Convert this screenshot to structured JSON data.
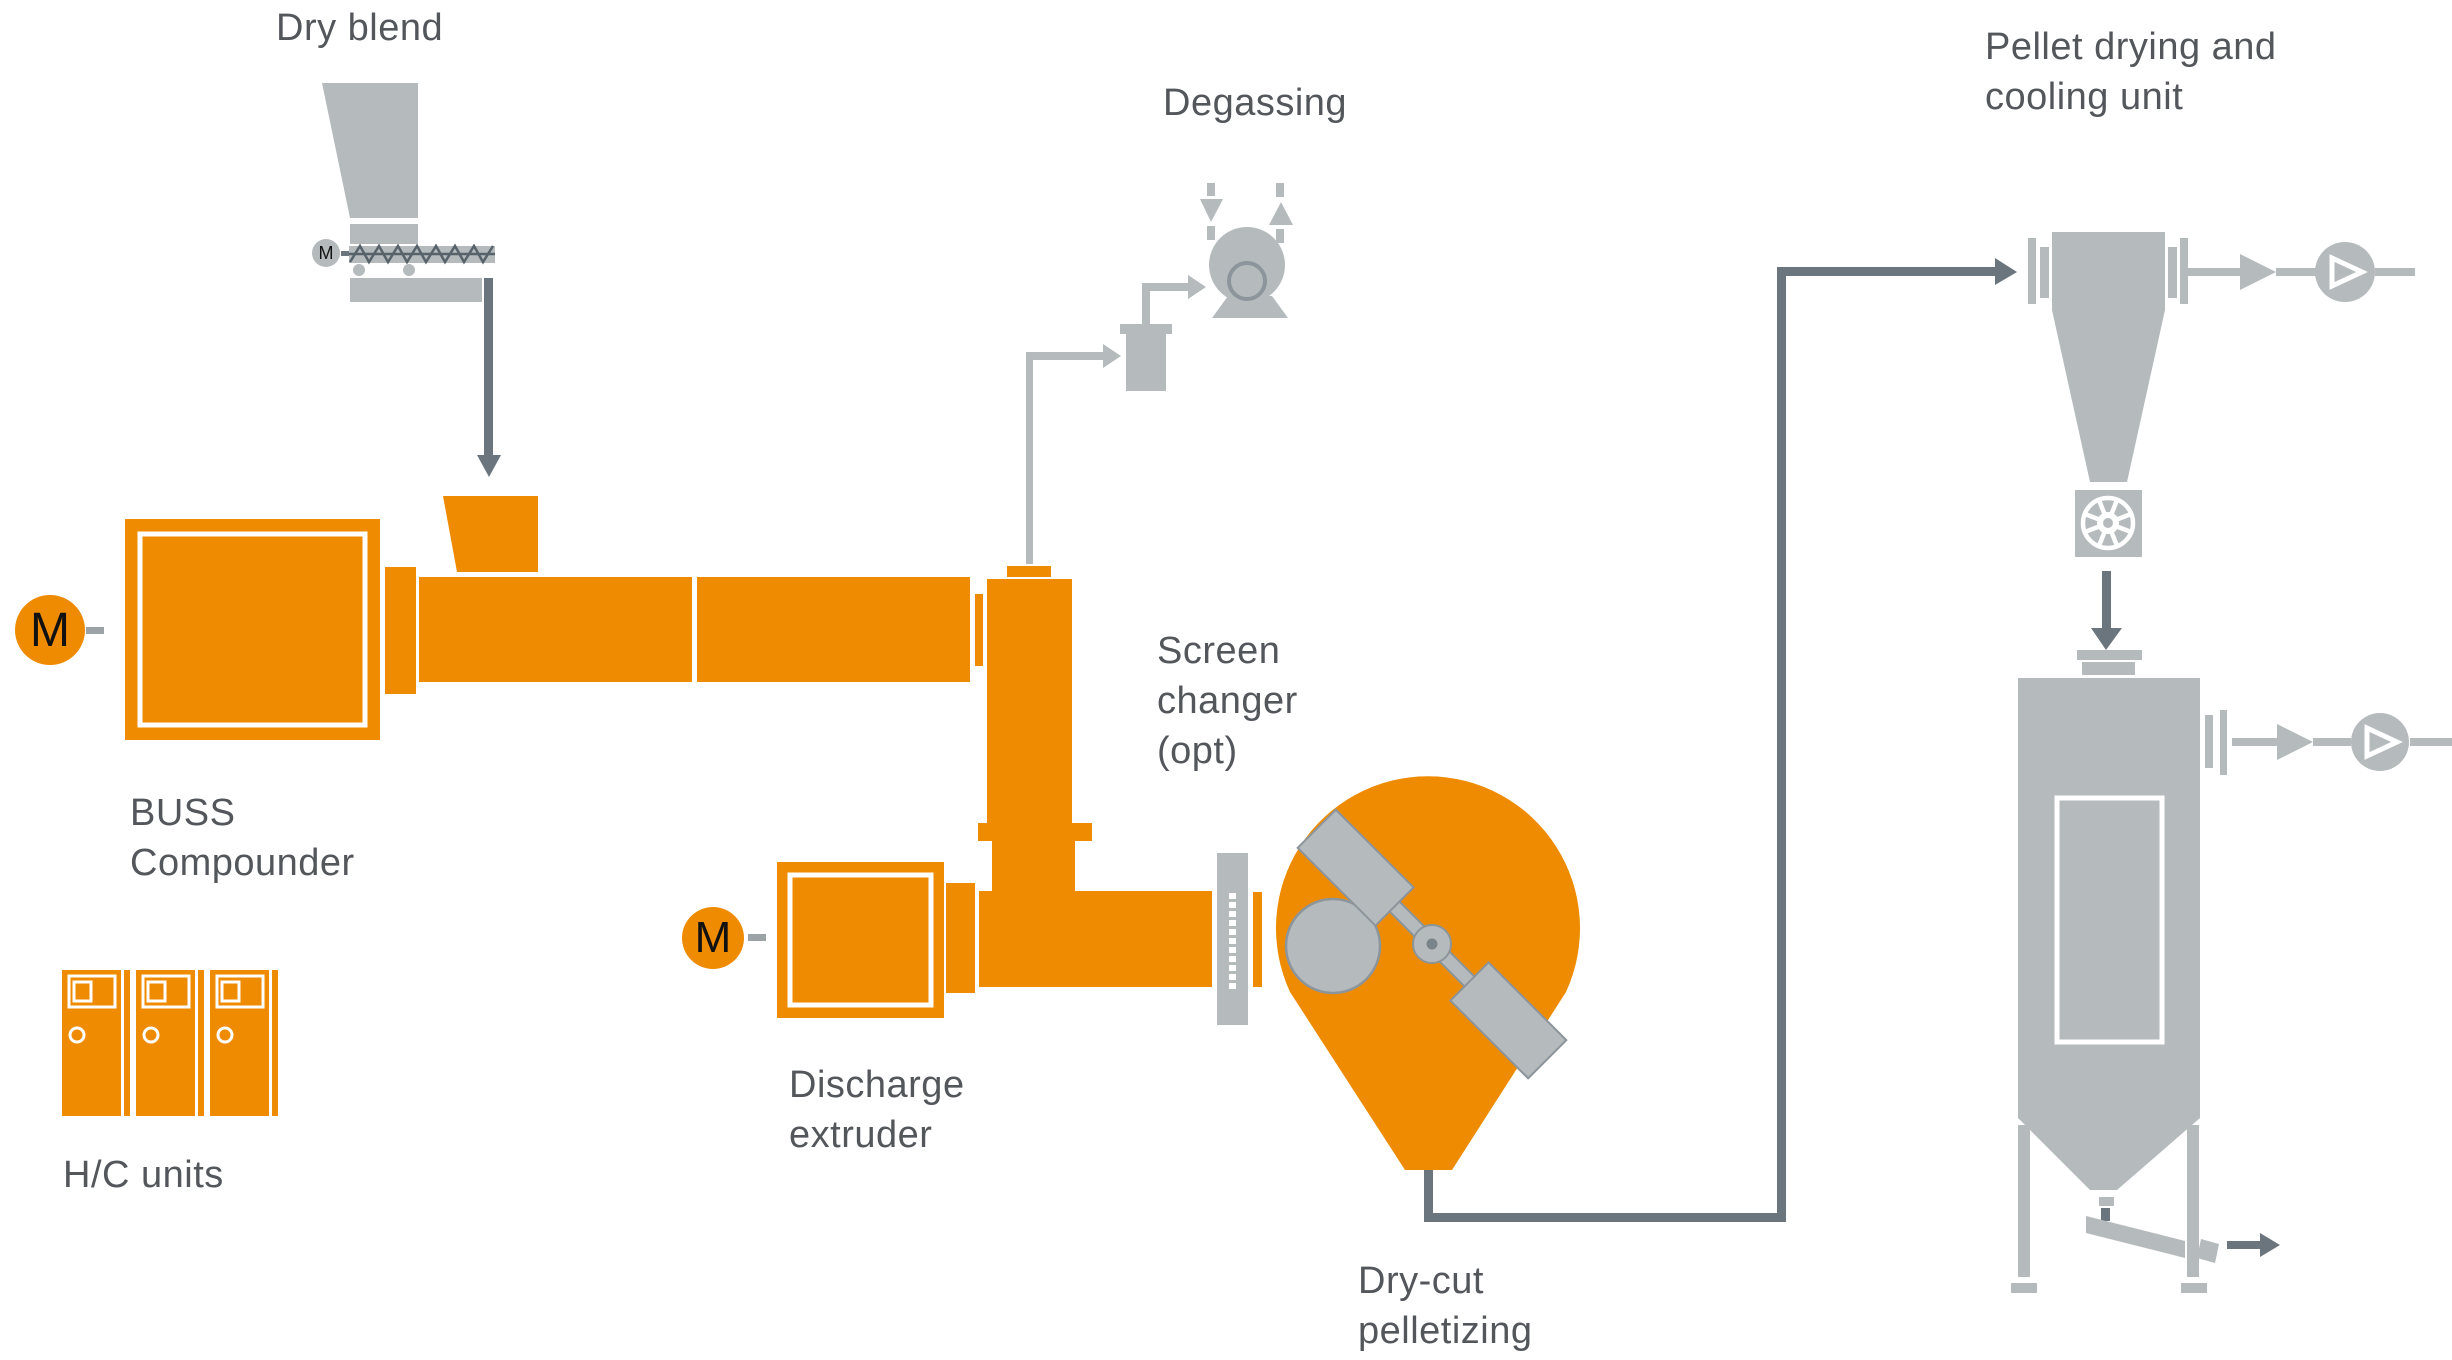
{
  "colors": {
    "orange": "#EF8B00",
    "equipment_gray": "#B5BABD",
    "outline_gray": "#8C959B",
    "dark_slate": "#6A757E",
    "screw_dark": "#57626A",
    "text_dark": "#53575C",
    "motor_text": "#111111",
    "white": "#FFFFFF"
  },
  "labels": {
    "dry_blend": "Dry blend",
    "degassing": "Degassing",
    "screen_changer": {
      "line1": "Screen",
      "line2": "changer",
      "line3": "(opt)"
    },
    "buss_compounder": {
      "line1": "BUSS",
      "line2": "Compounder"
    },
    "hc_units": "H/C units",
    "discharge_extruder": {
      "line1": "Discharge",
      "line2": "extruder"
    },
    "dry_cut_pelletizing": {
      "line1": "Dry-cut",
      "line2": "pelletizing"
    },
    "pellet_drying": {
      "line1": "Pellet drying and",
      "line2": "cooling unit"
    },
    "motor_feeder": "M",
    "motor_compounder": "M",
    "motor_discharge": "M"
  }
}
